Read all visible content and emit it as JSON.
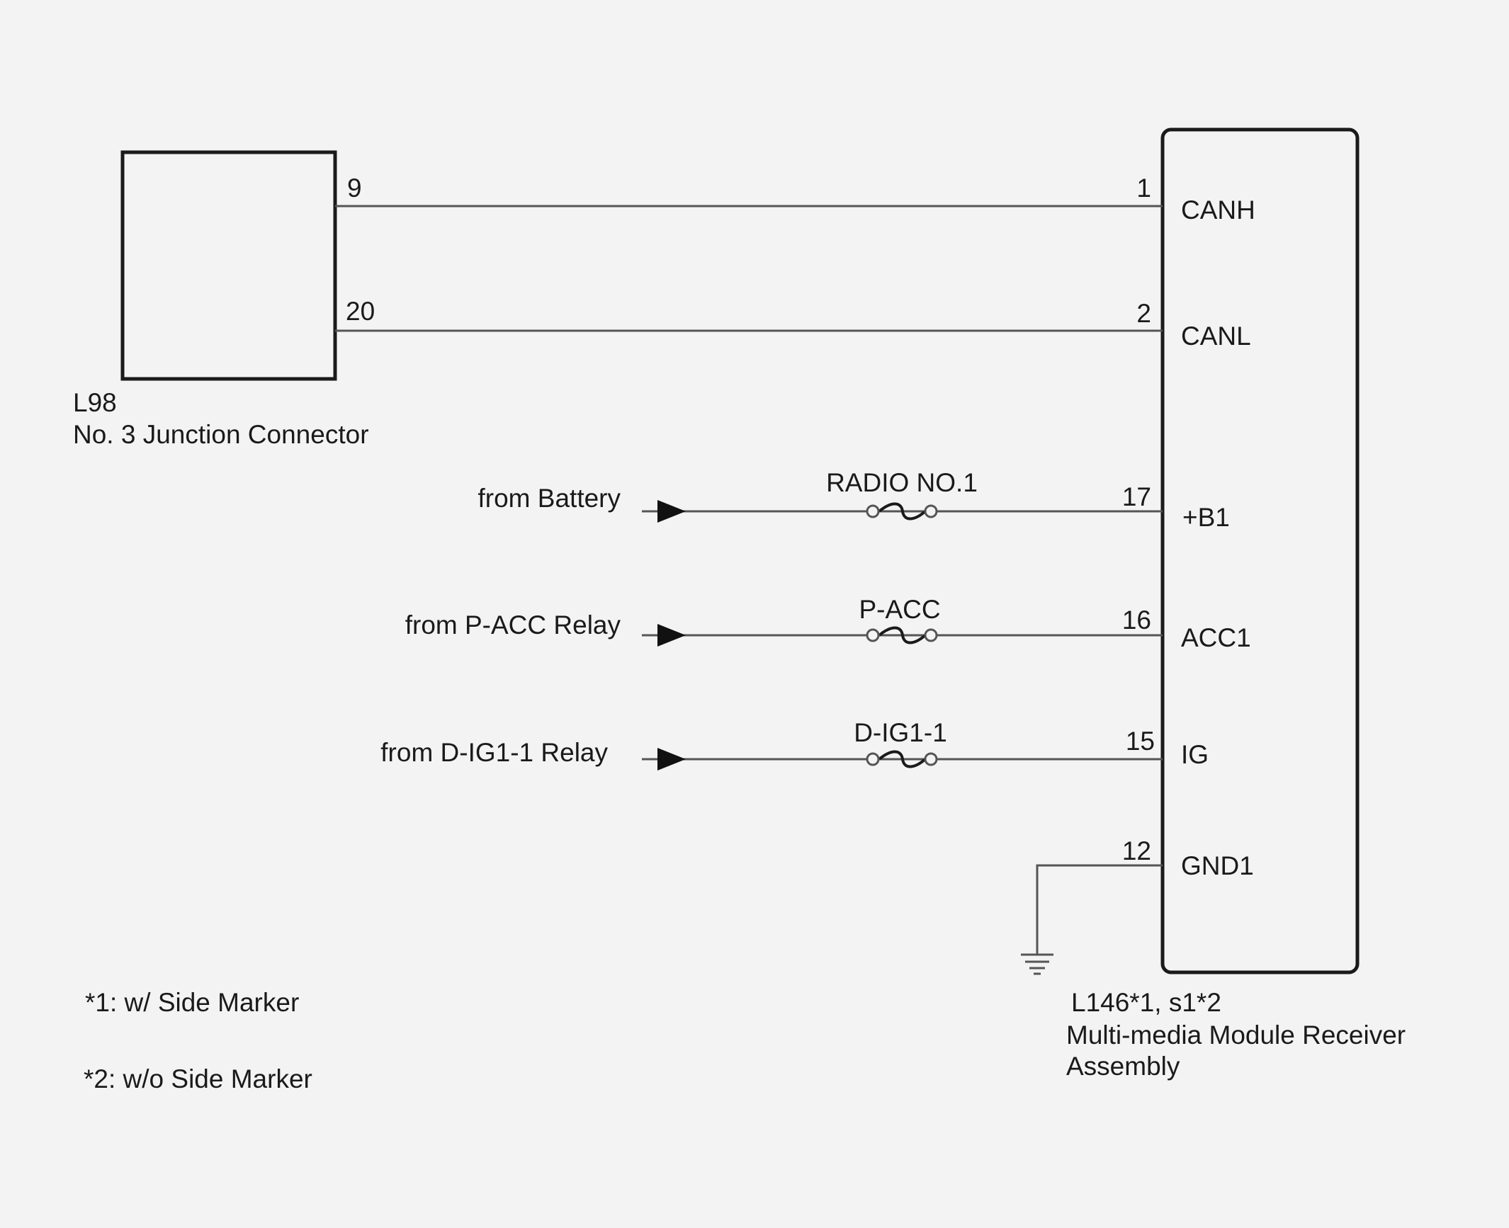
{
  "junction_connector": {
    "code": "L98",
    "name": "No. 3 Junction Connector",
    "pins": {
      "canh": "9",
      "canl": "20"
    }
  },
  "receiver": {
    "code": "L146*1, s1*2",
    "name_line1": "Multi-media Module Receiver",
    "name_line2": "Assembly",
    "pins": [
      {
        "pin": "1",
        "signal": "CANH"
      },
      {
        "pin": "2",
        "signal": "CANL"
      },
      {
        "pin": "17",
        "signal": "+B1"
      },
      {
        "pin": "16",
        "signal": "ACC1"
      },
      {
        "pin": "15",
        "signal": "IG"
      },
      {
        "pin": "12",
        "signal": "GND1"
      }
    ]
  },
  "power_feeds": [
    {
      "source": "from Battery",
      "fuse": "RADIO NO.1"
    },
    {
      "source": "from P-ACC Relay",
      "fuse": "P-ACC"
    },
    {
      "source": "from D-IG1-1 Relay",
      "fuse": "D-IG1-1"
    }
  ],
  "notes": [
    "*1: w/ Side Marker",
    "*2: w/o Side Marker"
  ]
}
